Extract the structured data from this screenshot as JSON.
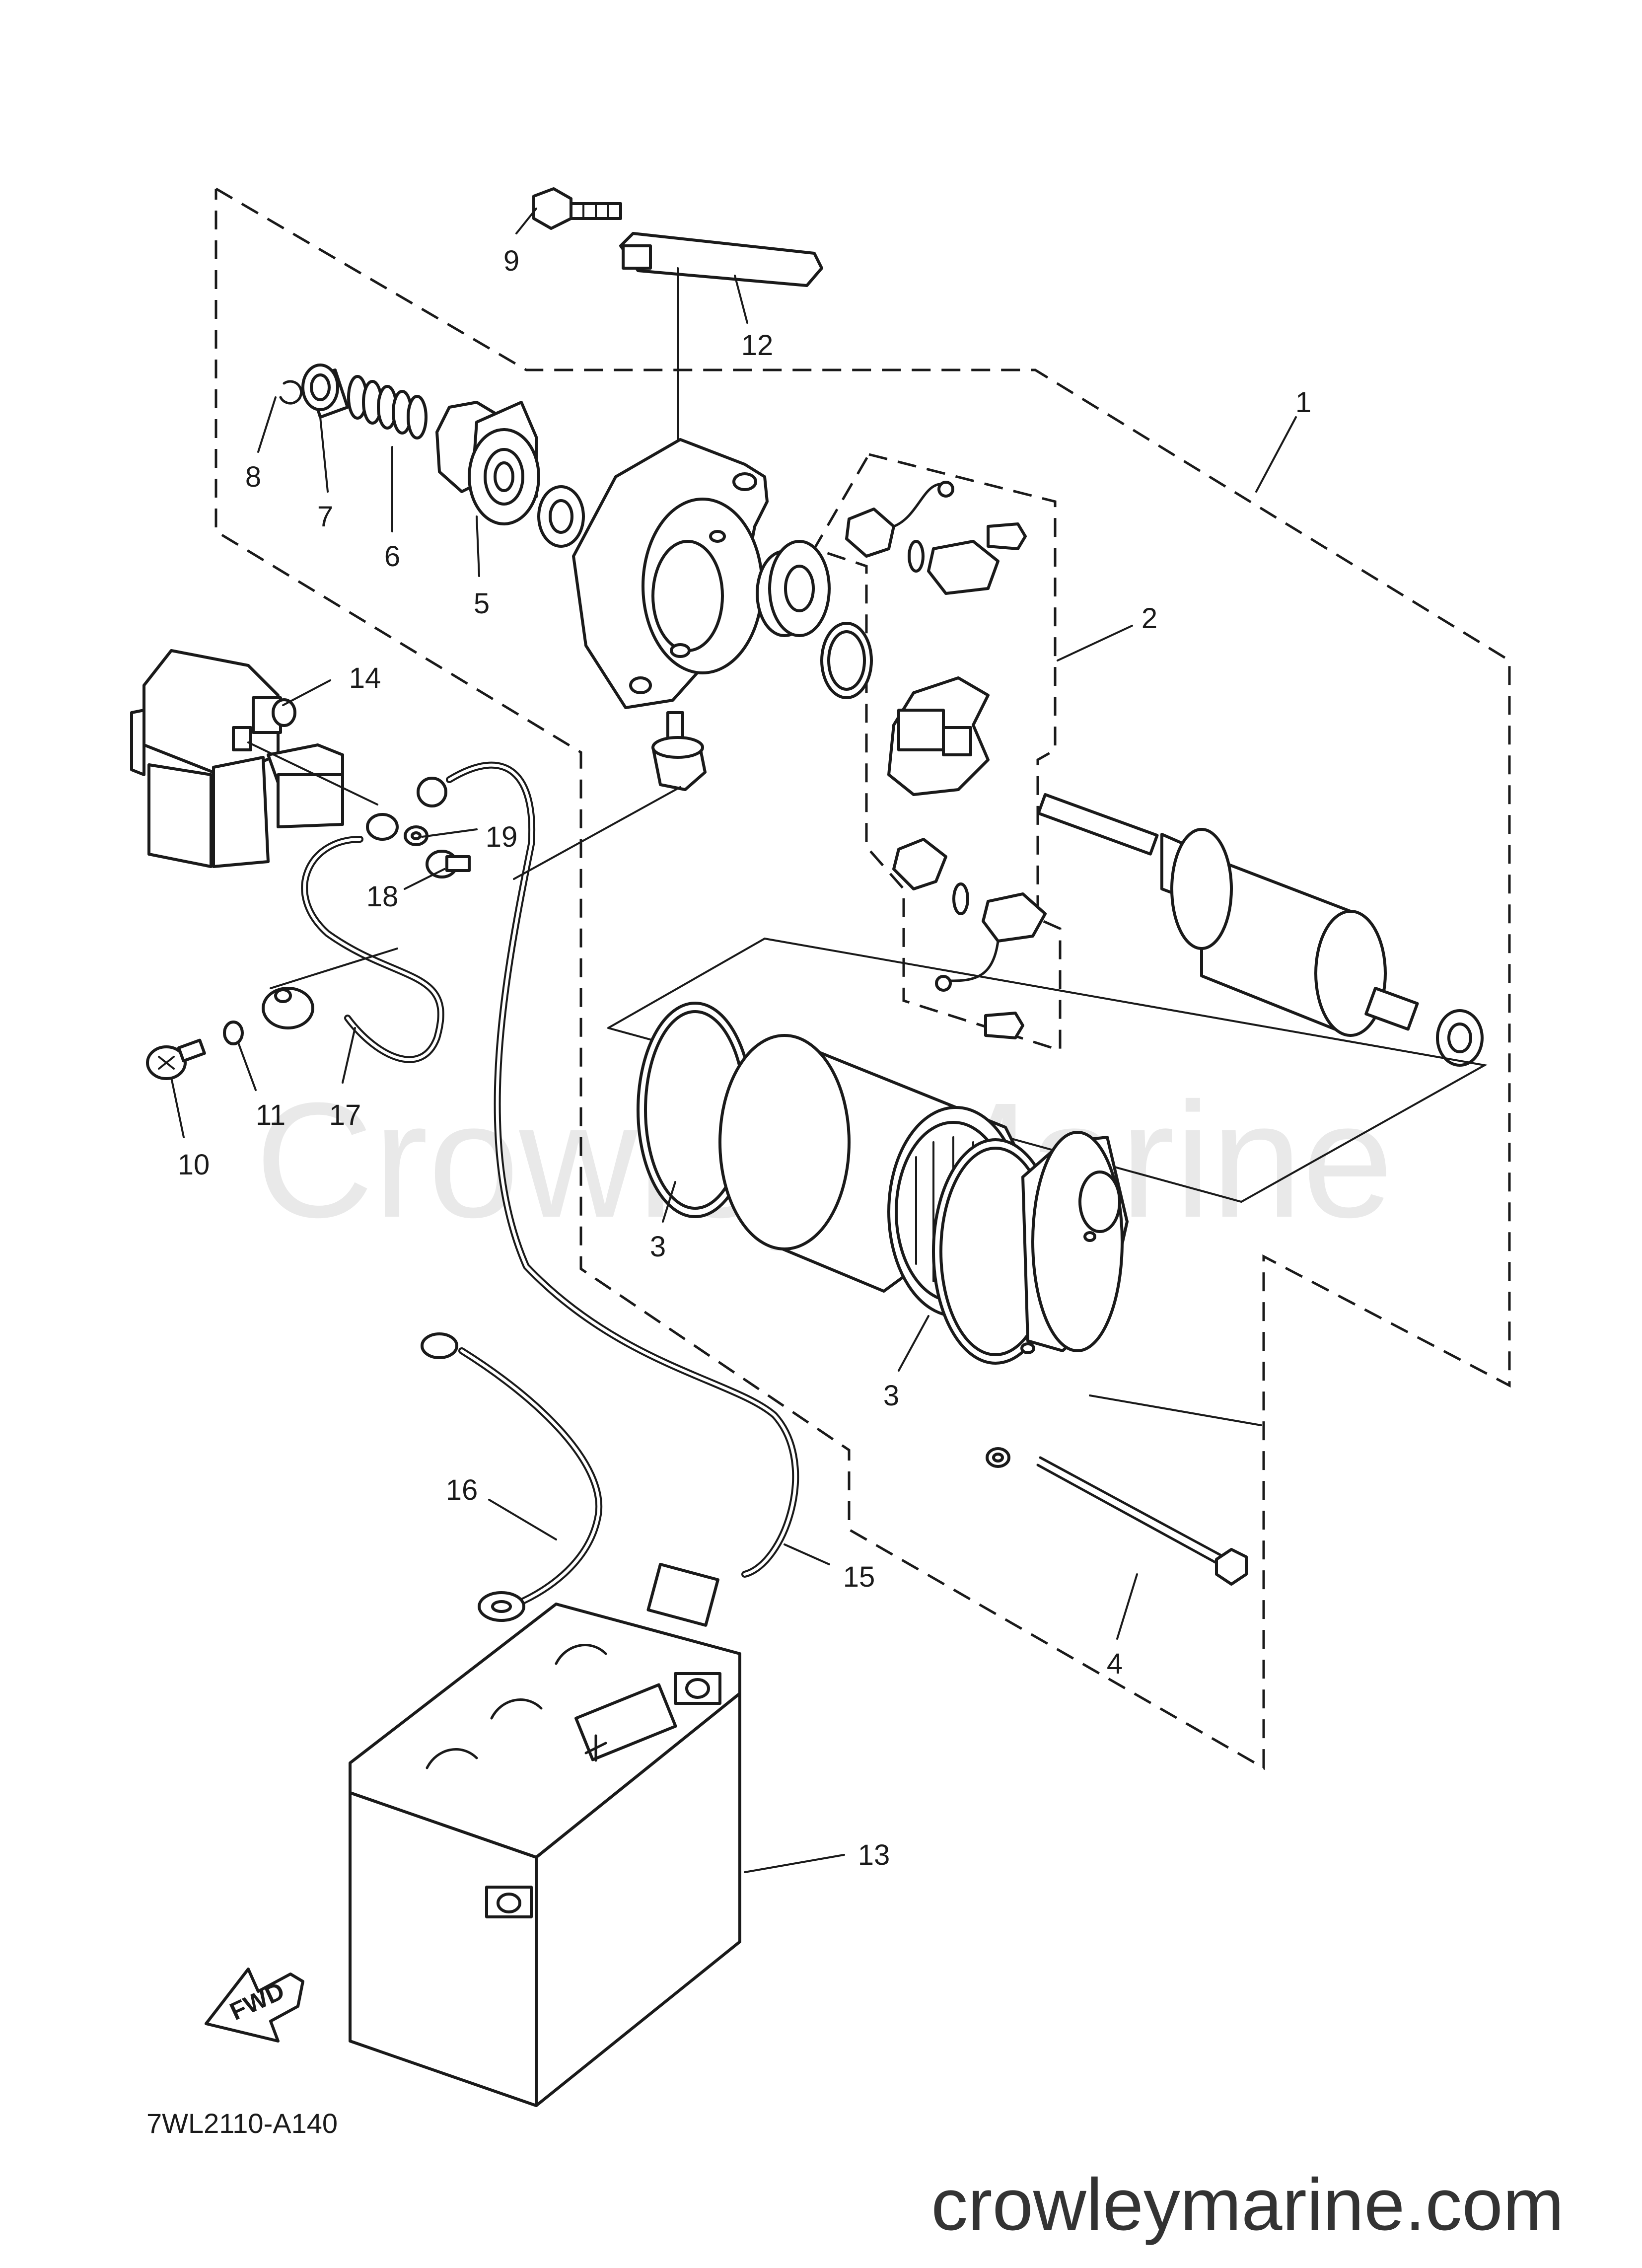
{
  "watermark": "Crowley Marine",
  "site_url": "crowleymarine.com",
  "diagram_code": "7WL2110-A140",
  "direction_label": "FWD",
  "callouts": [
    {
      "id": "c1",
      "label": "1"
    },
    {
      "id": "c2",
      "label": "2"
    },
    {
      "id": "c3a",
      "label": "3"
    },
    {
      "id": "c3b",
      "label": "3"
    },
    {
      "id": "c4",
      "label": "4"
    },
    {
      "id": "c5",
      "label": "5"
    },
    {
      "id": "c6",
      "label": "6"
    },
    {
      "id": "c7",
      "label": "7"
    },
    {
      "id": "c8",
      "label": "8"
    },
    {
      "id": "c9",
      "label": "9"
    },
    {
      "id": "c10",
      "label": "10"
    },
    {
      "id": "c11",
      "label": "11"
    },
    {
      "id": "c12",
      "label": "12"
    },
    {
      "id": "c13",
      "label": "13"
    },
    {
      "id": "c14",
      "label": "14"
    },
    {
      "id": "c15",
      "label": "15"
    },
    {
      "id": "c16",
      "label": "16"
    },
    {
      "id": "c17",
      "label": "17"
    },
    {
      "id": "c18",
      "label": "18"
    },
    {
      "id": "c19",
      "label": "19"
    }
  ]
}
